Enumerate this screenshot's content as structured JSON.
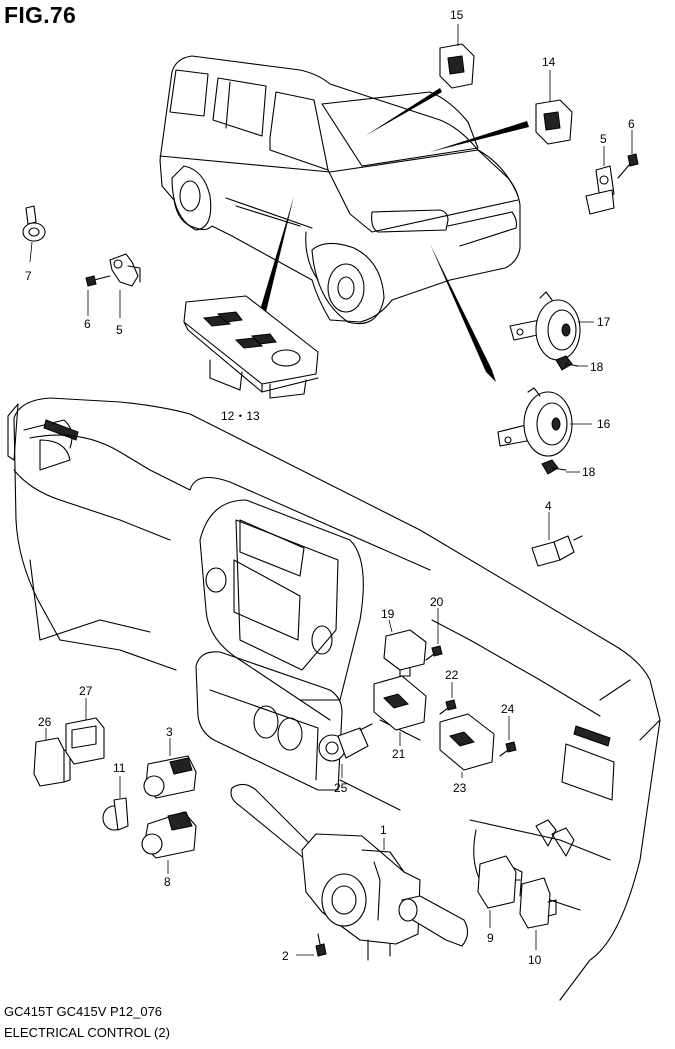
{
  "figure": {
    "title": "FIG.76"
  },
  "footer": {
    "model_code": "GC415T GC415V P12_076",
    "section_title": "ELECTRICAL CONTROL (2)"
  },
  "callouts": [
    {
      "id": "c1",
      "text": "1"
    },
    {
      "id": "c2",
      "text": "2"
    },
    {
      "id": "c3",
      "text": "3"
    },
    {
      "id": "c4",
      "text": "4"
    },
    {
      "id": "c5a",
      "text": "5"
    },
    {
      "id": "c5b",
      "text": "5"
    },
    {
      "id": "c6a",
      "text": "6"
    },
    {
      "id": "c6b",
      "text": "6"
    },
    {
      "id": "c7",
      "text": "7"
    },
    {
      "id": "c8",
      "text": "8"
    },
    {
      "id": "c9",
      "text": "9"
    },
    {
      "id": "c10",
      "text": "10"
    },
    {
      "id": "c11",
      "text": "11"
    },
    {
      "id": "c1213",
      "text": "12・13"
    },
    {
      "id": "c14",
      "text": "14"
    },
    {
      "id": "c15",
      "text": "15"
    },
    {
      "id": "c16",
      "text": "16"
    },
    {
      "id": "c17",
      "text": "17"
    },
    {
      "id": "c18a",
      "text": "18"
    },
    {
      "id": "c18b",
      "text": "18"
    },
    {
      "id": "c19",
      "text": "19"
    },
    {
      "id": "c20",
      "text": "20"
    },
    {
      "id": "c21",
      "text": "21"
    },
    {
      "id": "c22",
      "text": "22"
    },
    {
      "id": "c23",
      "text": "23"
    },
    {
      "id": "c24",
      "text": "24"
    },
    {
      "id": "c25",
      "text": "25"
    },
    {
      "id": "c26",
      "text": "26"
    },
    {
      "id": "c27",
      "text": "27"
    }
  ]
}
